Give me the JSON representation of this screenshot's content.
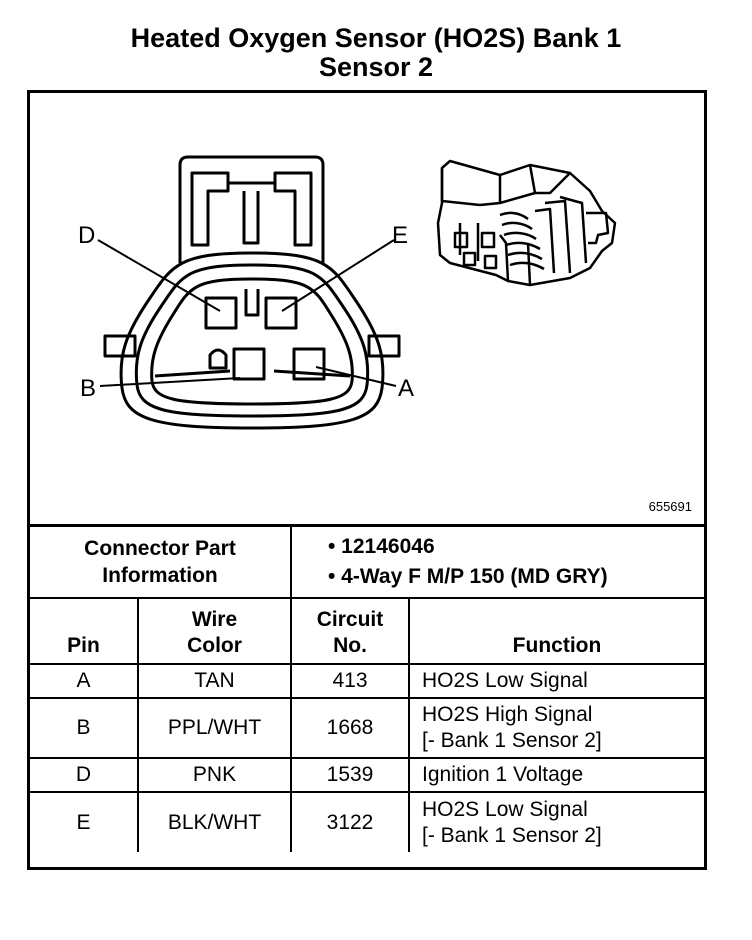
{
  "title": {
    "line1": "Heated Oxygen Sensor (HO2S) Bank 1",
    "line2": "Sensor 2"
  },
  "diagram": {
    "part_id": "655691",
    "labels": {
      "d": "D",
      "e": "E",
      "b": "B",
      "a": "A"
    }
  },
  "connector": {
    "label_line1": "Connector Part",
    "label_line2": "Information",
    "items": [
      "• 12146046",
      "• 4-Way F M/P 150 (MD GRY)"
    ]
  },
  "table": {
    "headers": {
      "pin": "Pin",
      "wire_line1": "Wire",
      "wire_line2": "Color",
      "circuit_line1": "Circuit",
      "circuit_line2": "No.",
      "function": "Function"
    },
    "rows": [
      {
        "pin": "A",
        "wire": "TAN",
        "circuit": "413",
        "function_line1": "HO2S Low Signal",
        "function_line2": ""
      },
      {
        "pin": "B",
        "wire": "PPL/WHT",
        "circuit": "1668",
        "function_line1": "HO2S High Signal",
        "function_line2": "[- Bank 1 Sensor 2]"
      },
      {
        "pin": "D",
        "wire": "PNK",
        "circuit": "1539",
        "function_line1": "Ignition 1 Voltage",
        "function_line2": ""
      },
      {
        "pin": "E",
        "wire": "BLK/WHT",
        "circuit": "3122",
        "function_line1": "HO2S Low Signal",
        "function_line2": "[- Bank 1 Sensor 2]"
      }
    ]
  }
}
